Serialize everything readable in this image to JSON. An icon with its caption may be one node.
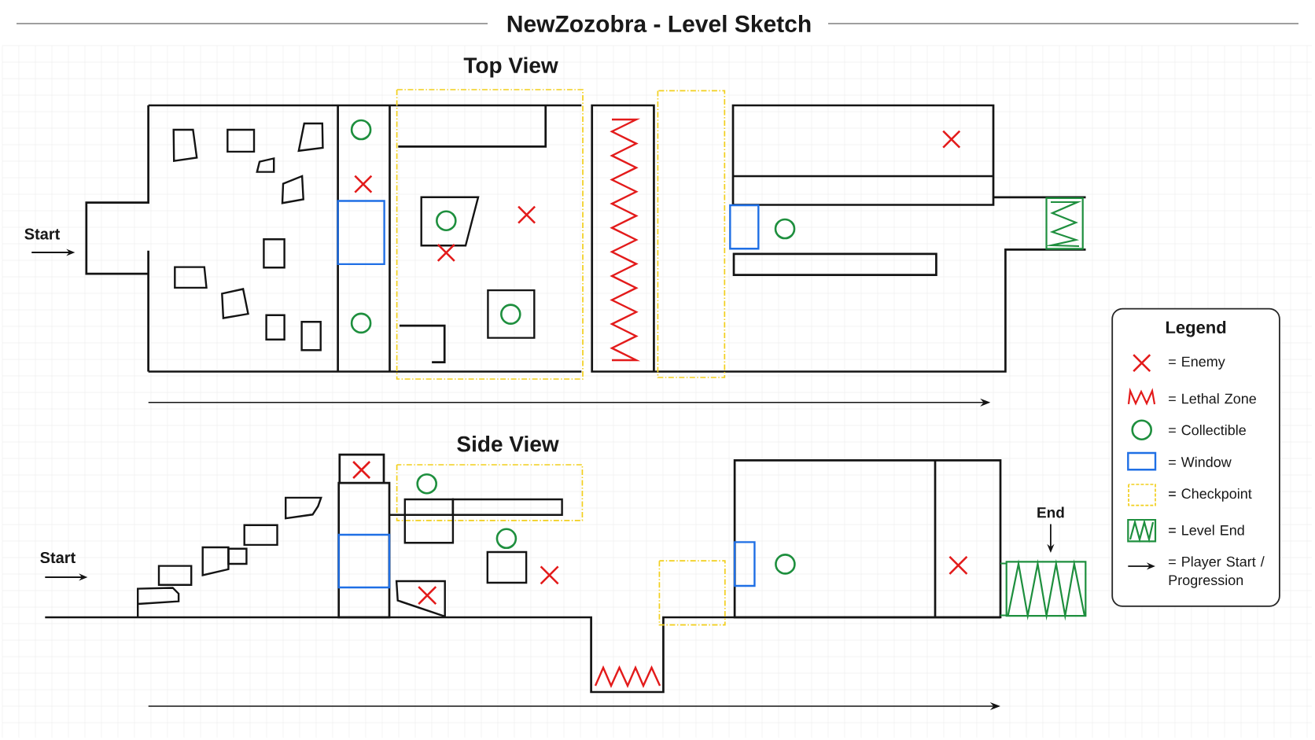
{
  "diagram": {
    "title": "NewZozobra - Level Sketch",
    "nodes": [
      {
        "text": [
          "Legend"
        ]
      }
    ],
    "labels": [
      "Top View",
      "Start",
      "Side View",
      "End",
      "Start"
    ],
    "legend": [
      {
        "text": "= Enemy"
      },
      {
        "text": "= Lethal Zone"
      },
      {
        "text": "= Collectible"
      },
      {
        "text": "= Window"
      },
      {
        "text": "= Checkpoint"
      },
      {
        "text": "= Level End"
      },
      {
        "text": "= Player Start / Progression"
      }
    ]
  }
}
